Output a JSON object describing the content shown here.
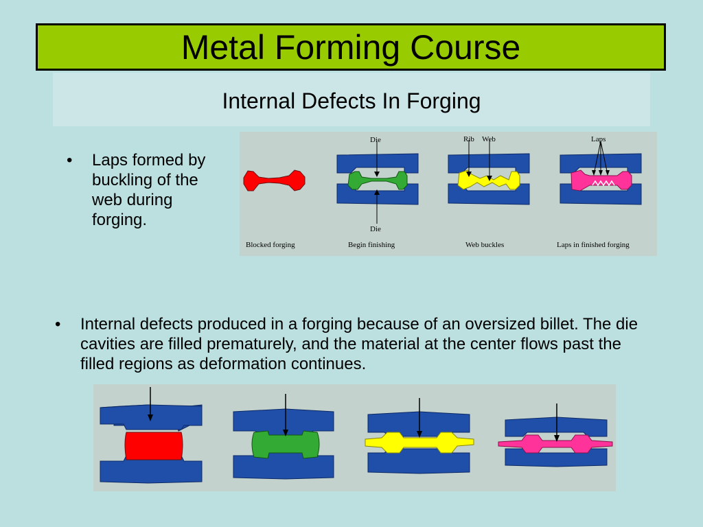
{
  "header": {
    "title": "Metal Forming Course",
    "subtitle": "Internal Defects In Forging"
  },
  "bullets": [
    {
      "marker": "•",
      "text": "Laps formed by buckling of the web during forging."
    },
    {
      "marker": "•",
      "text": "Internal defects produced in a forging because of an oversized billet. The die cavities are filled prematurely, and the material at the center flows past the filled regions as deformation continues."
    }
  ],
  "figure_top": {
    "labels": {
      "die_top": "Die",
      "die_bottom": "Die",
      "rib": "Rib",
      "web": "Web",
      "laps": "Laps"
    },
    "captions": [
      "Blocked forging",
      "Begin finishing",
      "Web buckles",
      "Laps in finished forging"
    ]
  },
  "colors": {
    "background": "#bcdfe0",
    "title_bar": "#99cc00",
    "subtitle_box": "#cce6e8",
    "die_blue": "#1f4fa8",
    "red": "#ff0000",
    "green": "#33aa33",
    "yellow": "#ffff00",
    "pink": "#ff3399"
  }
}
